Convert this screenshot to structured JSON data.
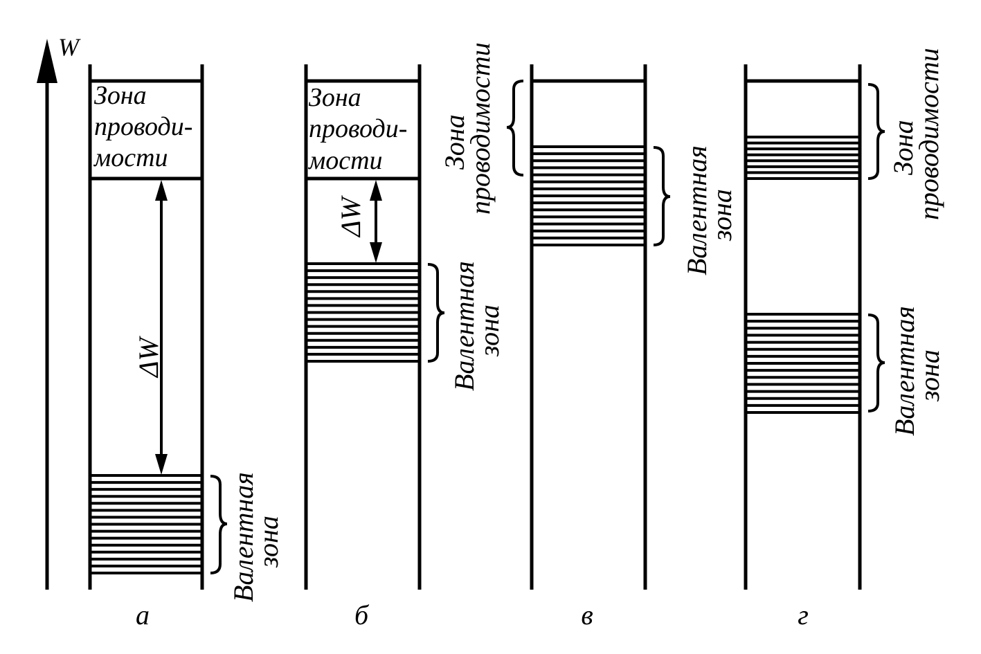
{
  "axis": {
    "label": "W"
  },
  "panels": [
    {
      "id": "a",
      "caption": "а",
      "conduction_label": [
        "Зона",
        "проводи-",
        "мости"
      ],
      "gap_label": "ΔW",
      "valence_label": [
        "Валентная",
        "зона"
      ]
    },
    {
      "id": "b",
      "caption": "б",
      "conduction_label": [
        "Зона",
        "проводи-",
        "мости"
      ],
      "gap_label": "ΔW",
      "valence_label": [
        "Валентная",
        "зона"
      ]
    },
    {
      "id": "v",
      "caption": "в",
      "conduction_label": [
        "Зона",
        "проводимости"
      ],
      "valence_label": [
        "Валентная",
        "зона"
      ]
    },
    {
      "id": "g",
      "caption": "г",
      "conduction_label": [
        "Зона",
        "проводимости"
      ],
      "valence_label": [
        "Валентная",
        "зона"
      ]
    }
  ],
  "colors": {
    "ink": "#000000",
    "background": "#ffffff"
  }
}
